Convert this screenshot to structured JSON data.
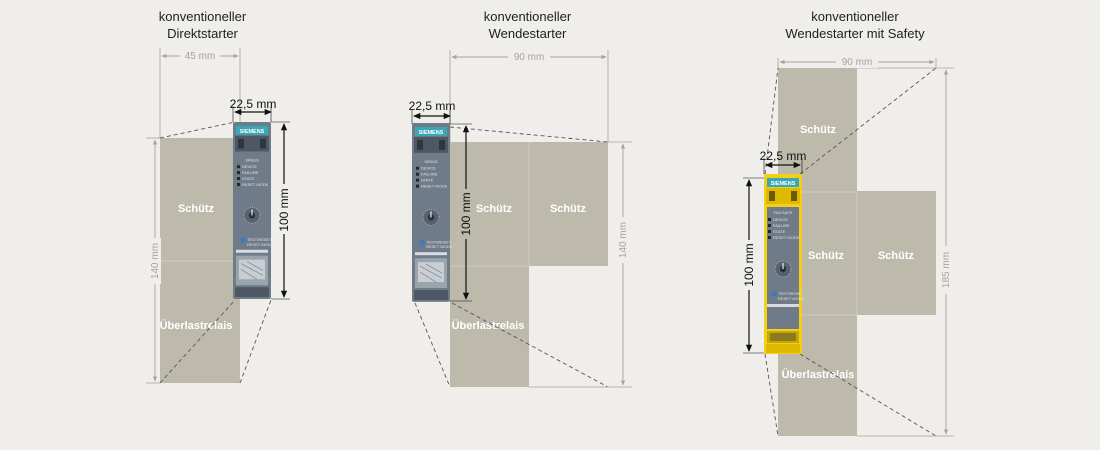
{
  "titles": [
    {
      "line1": "konventioneller",
      "line2": "Direktstarter"
    },
    {
      "line1": "konventioneller",
      "line2": "Wendestarter"
    },
    {
      "line1": "konventioneller",
      "line2": "Wendestarter mit Safety"
    }
  ],
  "labels": {
    "schuetz": "Schütz",
    "ueberlast": "Überlastrelais"
  },
  "dims": {
    "w45": "45 mm",
    "w90": "90 mm",
    "w22": "22,5 mm",
    "h100": "100 mm",
    "h140": "140 mm",
    "h185": "185 mm"
  },
  "device": {
    "brand": "SIEMENS",
    "name": "SIRIUS",
    "safe_name": "FAILSAFE",
    "leds": [
      "DEVICE",
      "FAILURE",
      "STATE",
      "RESET MODE"
    ],
    "button": "TEST/RESET",
    "reset": "RESET MODE"
  },
  "colors": {
    "background": "#efeeea",
    "block": "#bdb9ab",
    "device_gray": "#6f7b88",
    "device_yellow": "#f2d019",
    "siemens_teal": "#3aa7b7"
  }
}
